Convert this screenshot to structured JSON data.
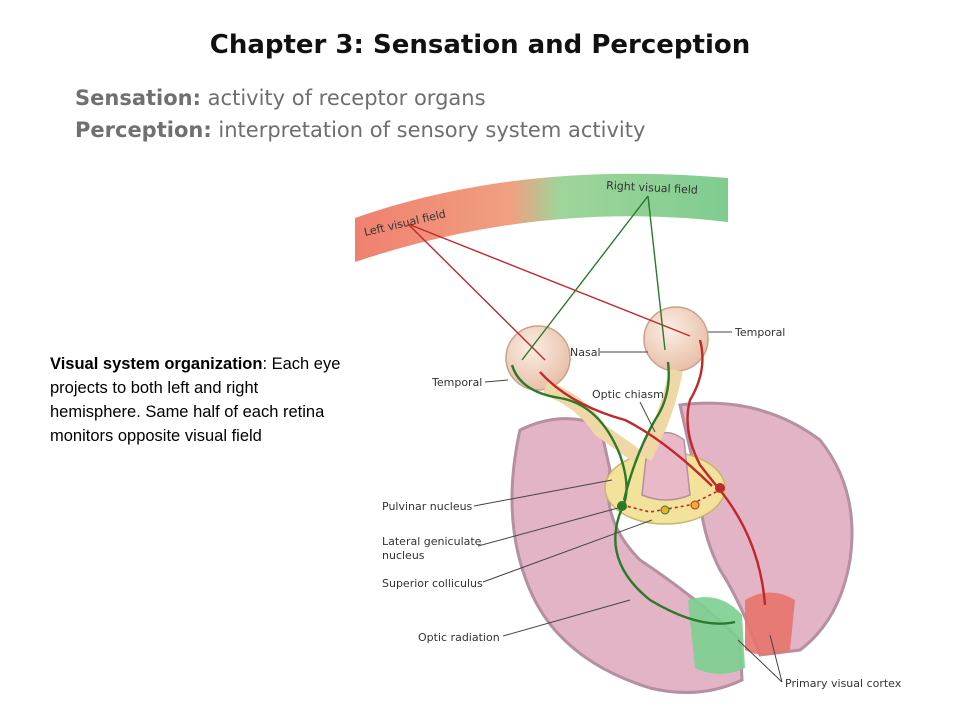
{
  "slide": {
    "title": "Chapter 3: Sensation and Perception",
    "definitions": [
      {
        "term": "Sensation:",
        "text": " activity of receptor organs"
      },
      {
        "term": "Perception:",
        "text": " interpretation of sensory system activity"
      }
    ]
  },
  "note": {
    "heading": "Visual system organization",
    "text": ": Each eye projects to both left and right hemisphere. Same half of each retina monitors opposite visual field"
  },
  "diagram": {
    "labels": {
      "left_visual_field": "Left visual field",
      "right_visual_field": "Right visual field",
      "temporal_right": "Temporal",
      "temporal_left": "Temporal",
      "nasal": "Nasal",
      "optic_chiasm": "Optic chiasm",
      "pulvinar_nucleus": "Pulvinar nucleus",
      "lateral_geniculate_1": "Lateral geniculate",
      "lateral_geniculate_2": "nucleus",
      "superior_colliculus": "Superior colliculus",
      "optic_radiation": "Optic radiation",
      "primary_visual_cortex": "Primary visual cortex"
    },
    "colors": {
      "left_field": "#f08070",
      "right_field": "#80cc90",
      "right_path": "#c0282a",
      "left_path": "#2a7a2a",
      "brain": "#e3b3c6",
      "brain_outline": "#b58fa2",
      "eye": "#f3d3c0",
      "thalamus": "#f3e29a"
    }
  }
}
